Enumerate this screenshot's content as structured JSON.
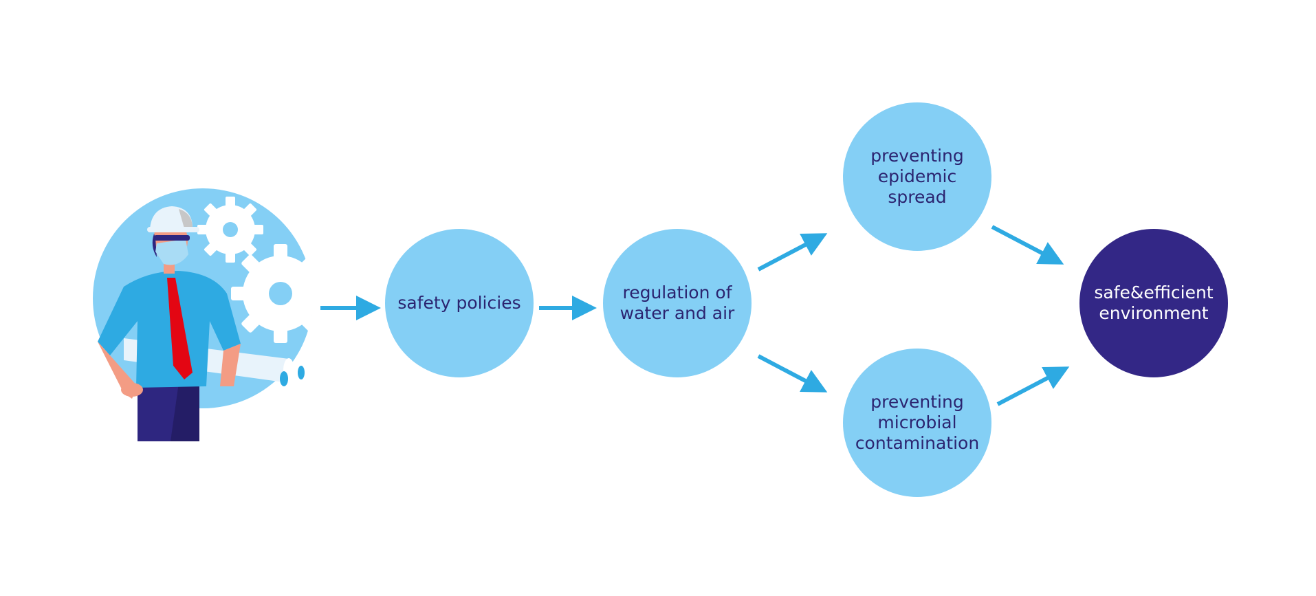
{
  "diagram": {
    "colors": {
      "light_node": "#84cff5",
      "dark_node": "#332786",
      "arrow": "#2eaae2",
      "text_dark": "#2b2470",
      "text_light": "#ffffff"
    },
    "illustration": {
      "subject": "engineer with hard hat, face mask and rolled blueprints, gears in background",
      "icons": [
        "hard-hat-icon",
        "gear-icon"
      ]
    },
    "nodes": [
      {
        "id": "safety",
        "label": "safety policies",
        "style": "light"
      },
      {
        "id": "regulation",
        "label": "regulation of\nwater and air",
        "style": "light"
      },
      {
        "id": "epidemic",
        "label": "preventing\nepidemic\nspread",
        "style": "light"
      },
      {
        "id": "microbial",
        "label": "preventing\nmicrobial\ncontamination",
        "style": "light"
      },
      {
        "id": "environment",
        "label": "safe&efficient\nenvironment",
        "style": "dark"
      }
    ],
    "edges": [
      {
        "from": "illustration",
        "to": "safety"
      },
      {
        "from": "safety",
        "to": "regulation"
      },
      {
        "from": "regulation",
        "to": "epidemic"
      },
      {
        "from": "regulation",
        "to": "microbial"
      },
      {
        "from": "epidemic",
        "to": "environment"
      },
      {
        "from": "microbial",
        "to": "environment"
      }
    ]
  }
}
